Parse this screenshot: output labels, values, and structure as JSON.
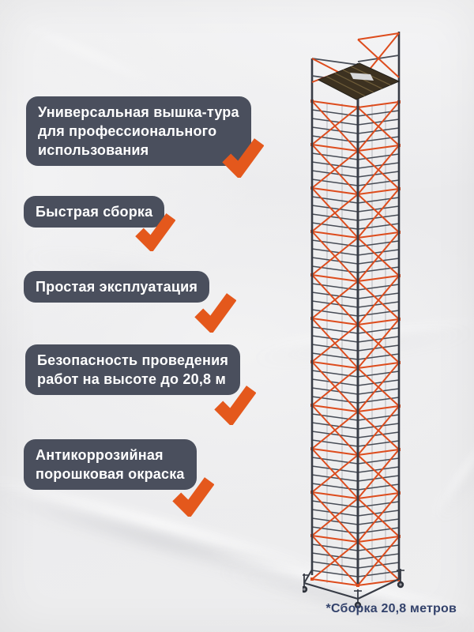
{
  "features": [
    {
      "label": "Универсальная вышка-тура\nдля профессионального\nиспользования"
    },
    {
      "label": "Быстрая сборка"
    },
    {
      "label": "Простая эксплуатация"
    },
    {
      "label": "Безопасность проведения\nработ на высоте до 20,8 м"
    },
    {
      "label": "Антикоррозийная\nпорошковая окраска"
    }
  ],
  "footnote": {
    "text": "*Сборка 20,8 метров",
    "color": "#33426b"
  },
  "colors": {
    "badge_bg": "#4a4f5d",
    "badge_text": "#ffffff",
    "check": "#e4581c",
    "paper": "#eeeeef"
  },
  "tower": {
    "name": "scaffold-tower",
    "sections": 11,
    "frame_color": "#383c46",
    "rung_color": "#474c56",
    "brace_color": "#dd4c1d",
    "light_rail_color": "#c7c8cc",
    "platform_color": "#3c3120",
    "plank_line_color": "#6e5c39"
  }
}
